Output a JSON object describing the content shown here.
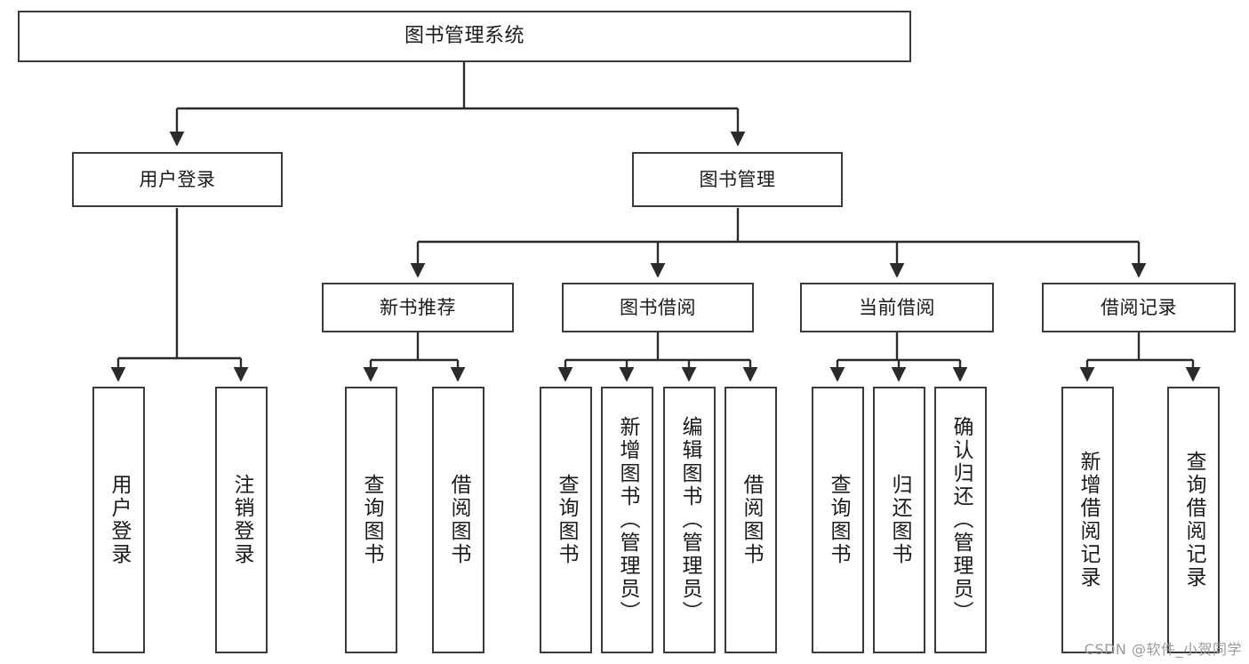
{
  "diagram": {
    "title": "图书管理系统",
    "type": "tree",
    "watermark": "CSDN @软件_小贺同学",
    "colors": {
      "node_border": "#3a3a3a",
      "node_fill": "#ffffff",
      "edge": "#2b2b2b",
      "text": "#1b1b1b",
      "watermark": "#9a9a9a",
      "background": "#ffffff"
    },
    "nodes": {
      "root": {
        "label": "图书管理系统"
      },
      "level2": [
        {
          "id": "user-login",
          "label": "用户登录"
        },
        {
          "id": "book-management",
          "label": "图书管理"
        }
      ],
      "level3": [
        {
          "id": "new-book-recommend",
          "label": "新书推荐"
        },
        {
          "id": "book-borrow",
          "label": "图书借阅"
        },
        {
          "id": "current-borrow",
          "label": "当前借阅"
        },
        {
          "id": "borrow-record",
          "label": "借阅记录"
        }
      ],
      "leaves": {
        "user-login": [
          {
            "id": "leaf-user-login",
            "label": "用户登录"
          },
          {
            "id": "leaf-user-logout",
            "label": "注销登录"
          }
        ],
        "new-book-recommend": [
          {
            "id": "leaf-query-book-1",
            "label": "查询图书"
          },
          {
            "id": "leaf-borrow-book-1",
            "label": "借阅图书"
          }
        ],
        "book-borrow": [
          {
            "id": "leaf-query-book-2",
            "label": "查询图书"
          },
          {
            "id": "leaf-add-book",
            "label": "新增图书（管理员）"
          },
          {
            "id": "leaf-edit-book",
            "label": "编辑图书（管理员）"
          },
          {
            "id": "leaf-borrow-book-2",
            "label": "借阅图书"
          }
        ],
        "current-borrow": [
          {
            "id": "leaf-query-book-3",
            "label": "查询图书"
          },
          {
            "id": "leaf-return-book",
            "label": "归还图书"
          },
          {
            "id": "leaf-confirm-return",
            "label": "确认归还（管理员）"
          }
        ],
        "borrow-record": [
          {
            "id": "leaf-add-record",
            "label": "新增借阅记录"
          },
          {
            "id": "leaf-query-record",
            "label": "查询借阅记录"
          }
        ]
      }
    }
  }
}
